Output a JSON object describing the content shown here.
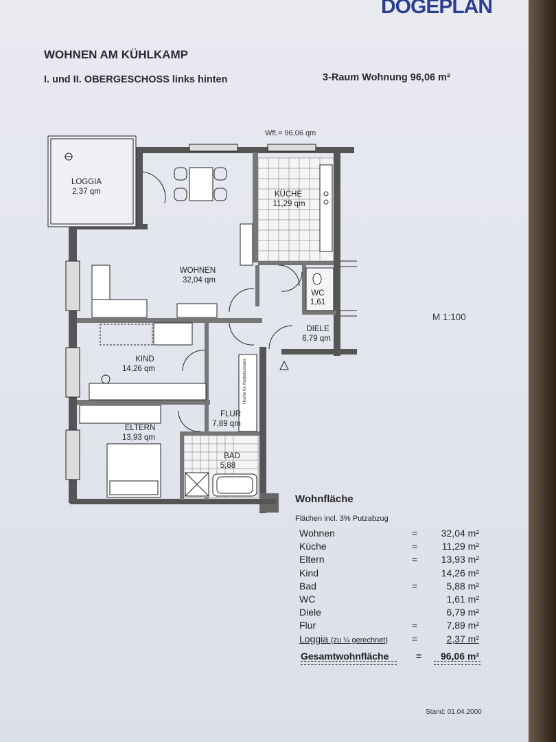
{
  "header": {
    "logo": "DOGEPLAN",
    "title": "WOHNEN AM KÜHLKAMP",
    "subtitle": "I. und II. OBERGESCHOSS links hinten",
    "apartment": "3-Raum Wohnung 96,06 m²"
  },
  "plan": {
    "wfl": "Wfl.= 96,06 qm",
    "scale": "M 1:100",
    "rooms": {
      "loggia": {
        "name": "LOGGIA",
        "area": "2,37 qm"
      },
      "wohnen": {
        "name": "WOHNEN",
        "area": "32,04 qm"
      },
      "kueche": {
        "name": "KÜCHE",
        "area": "11,29 qm"
      },
      "wc": {
        "name": "WC",
        "area": "1,61"
      },
      "diele": {
        "name": "DIELE",
        "area": "6,79 qm"
      },
      "kind": {
        "name": "KIND",
        "area": "14,26 qm"
      },
      "flur": {
        "name": "FLUR",
        "area": "7,89 qm"
      },
      "eltern": {
        "name": "ELTERN",
        "area": "13,93 qm"
      },
      "bad": {
        "name": "BAD",
        "area": "5,88"
      }
    },
    "shaft_label": "Hoche für Abstellschrank"
  },
  "areas": {
    "heading": "Wohnfläche",
    "note": "Flächen incl. 3% Putzabzug",
    "rows": [
      {
        "label": "Wohnen",
        "eq": "=",
        "value": "32,04 m²"
      },
      {
        "label": "Küche",
        "eq": "=",
        "value": "11,29 m²"
      },
      {
        "label": "Eltern",
        "eq": "=",
        "value": "13,93 m²"
      },
      {
        "label": "Kind",
        "eq": "",
        "value": "14,26 m²"
      },
      {
        "label": "Bad",
        "eq": "=",
        "value": "5,88 m²"
      },
      {
        "label": "WC",
        "eq": "",
        "value": "1,61 m²"
      },
      {
        "label": "Diele",
        "eq": "",
        "value": "6,79 m²"
      },
      {
        "label": "Flur",
        "eq": "=",
        "value": "7,89 m²"
      }
    ],
    "loggia": {
      "label": "Loggia",
      "note": "(zu ¼ gerechnet)",
      "eq": "=",
      "value": "2,37 m²"
    },
    "total": {
      "label": "Gesamtwohnfläche",
      "eq": "=",
      "value": "96,06 m²"
    }
  },
  "footer": {
    "stand": "Stand: 01.04.2000"
  }
}
